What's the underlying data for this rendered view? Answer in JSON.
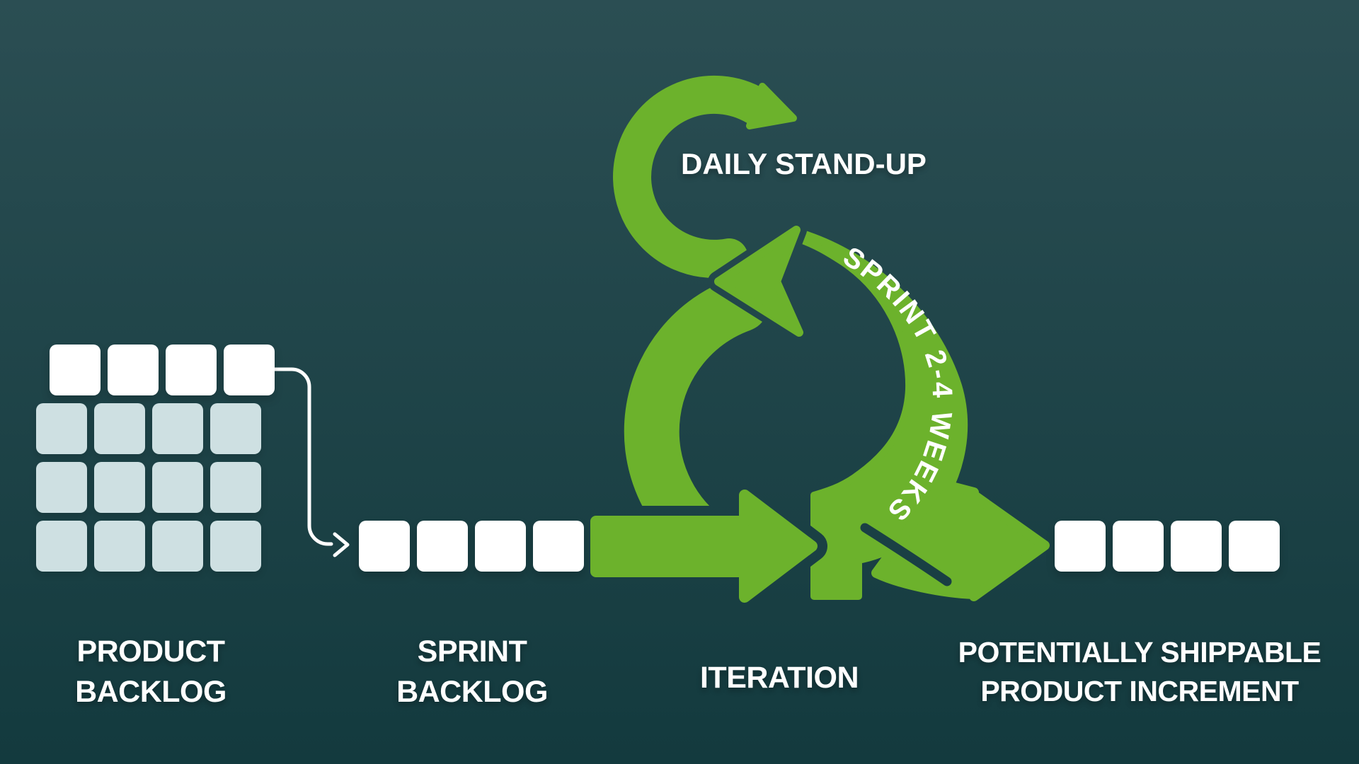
{
  "diagram": {
    "title": "Scrum / Agile sprint process diagram",
    "colors": {
      "background_top": "#2B4E53",
      "background_bottom": "#133A3E",
      "accent_green": "#6CB22C",
      "card_white": "#FFFFFF",
      "card_pale": "#CEE0E2",
      "text_white": "#FFFFFF"
    },
    "labels": {
      "product_backlog": {
        "line1": "PRODUCT",
        "line2": "BACKLOG"
      },
      "sprint_backlog": {
        "line1": "SPRINT",
        "line2": "BACKLOG"
      },
      "iteration": {
        "text": "ITERATION"
      },
      "increment": {
        "line1": "POTENTIALLY SHIPPABLE",
        "line2": "PRODUCT INCREMENT"
      },
      "daily_standup": {
        "text": "DAILY STAND-UP"
      },
      "sprint_duration": {
        "text": "SPRINT 2-4 WEEKS"
      }
    },
    "shapes": {
      "product_backlog_grid": "4x4 squares, top row highlighted white, lower rows pale",
      "sprint_backlog_row": "4 white squares",
      "increment_row": "4 white squares"
    }
  }
}
